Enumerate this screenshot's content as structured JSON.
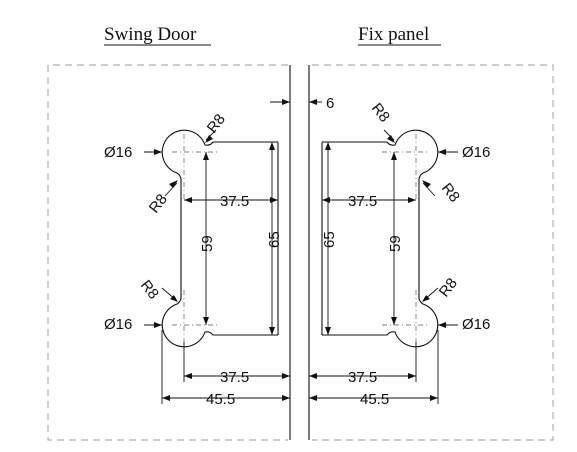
{
  "titles": {
    "left": "Swing Door",
    "right": "Fix panel"
  },
  "dimensions": {
    "gap": "6",
    "radius": "R8",
    "hole_diameter": "Ø16",
    "inner_width": "37.5",
    "outer_width": "45.5",
    "hole_spacing": "59",
    "height": "65"
  },
  "colors": {
    "line": "#111111",
    "frame": "#999999",
    "background": "#ffffff"
  }
}
